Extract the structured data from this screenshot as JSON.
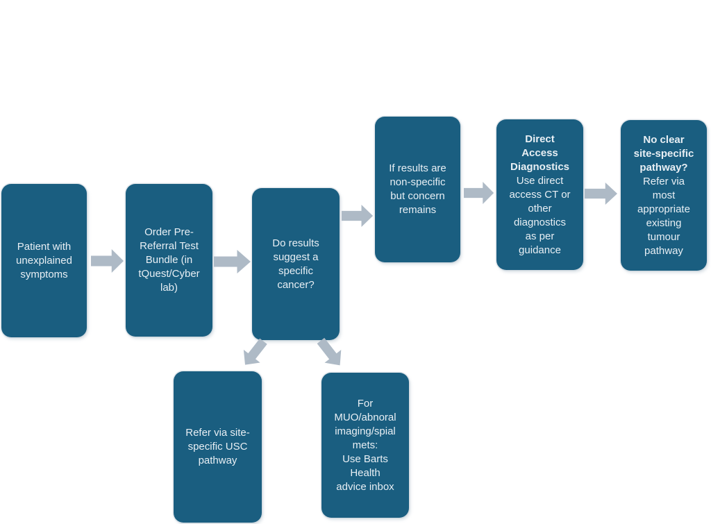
{
  "colors": {
    "node_fill": "#1a5e80",
    "node_text": "#e8eff4",
    "arrow_fill": "#aebac6",
    "page_bg": "#ffffff"
  },
  "nodes": {
    "patient": {
      "text": "Patient with\nunexplained\nsymptoms"
    },
    "test_bundle": {
      "text": "Order Pre-\nReferral Test\nBundle (in\ntQuest/Cyber\nlab)"
    },
    "results_question": {
      "text": "Do results\nsuggest a\nspecific\ncancer?"
    },
    "nonspecific": {
      "text": "If results are\nnon-specific\nbut concern\nremains"
    },
    "direct_access": {
      "title": "Direct\nAccess\nDiagnostics",
      "body": "Use direct\naccess CT or\nother\ndiagnostics\nas per\nguidance"
    },
    "no_pathway": {
      "title": "No clear\nsite-specific\npathway?",
      "body": "Refer via\nmost\nappropriate\nexisting\ntumour\npathway"
    },
    "usc_pathway": {
      "text": "Refer via site-\nspecific USC\npathway"
    },
    "advice_inbox": {
      "text": "For\nMUO/abnoral\nimaging/spial\nmets:\nUse Barts\nHealth\nadvice inbox"
    }
  },
  "edges": [
    {
      "from": "patient",
      "to": "test_bundle",
      "direction": "right"
    },
    {
      "from": "test_bundle",
      "to": "results_question",
      "direction": "right"
    },
    {
      "from": "results_question",
      "to": "nonspecific",
      "direction": "right"
    },
    {
      "from": "nonspecific",
      "to": "direct_access",
      "direction": "right"
    },
    {
      "from": "direct_access",
      "to": "no_pathway",
      "direction": "right"
    },
    {
      "from": "results_question",
      "to": "usc_pathway",
      "direction": "down-left"
    },
    {
      "from": "results_question",
      "to": "advice_inbox",
      "direction": "down-right"
    }
  ],
  "icons": {
    "arrow_right": "block-arrow-right",
    "arrow_down_left": "block-arrow-down-left",
    "arrow_down_right": "block-arrow-down-right"
  }
}
